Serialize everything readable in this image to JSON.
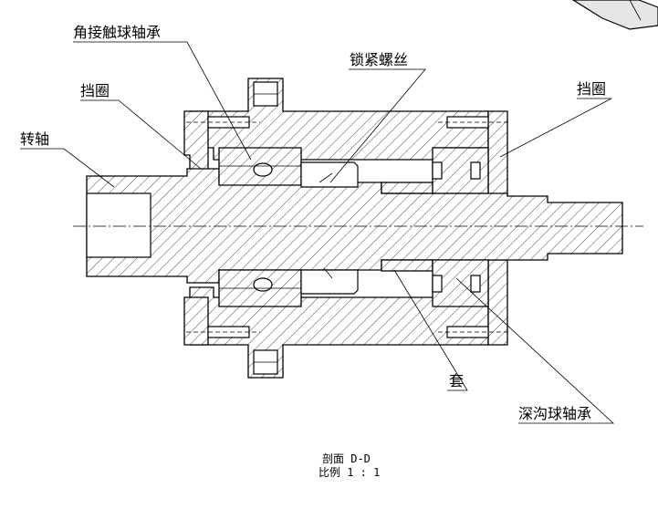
{
  "labels": {
    "angular_bearing": "角接触球轴承",
    "lock_screw": "锁紧螺丝",
    "retainer_left": "挡圈",
    "retainer_right": "挡圈",
    "shaft": "转轴",
    "sleeve": "套",
    "deep_groove_bearing": "深沟球轴承"
  },
  "caption": {
    "section": "剖面 D-D",
    "scale": "比例 1 : 1"
  }
}
